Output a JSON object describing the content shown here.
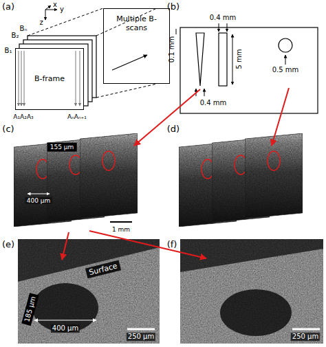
{
  "diagram": {
    "nodes": [
      {
        "text": [
          "B-frame"
        ]
      },
      {
        "text": [
          "Multiple B-scans"
        ]
      },
      {
        "text": [
          "155 μm"
        ]
      },
      {
        "text": [
          "Surface"
        ]
      },
      {
        "text": [
          "185 μm"
        ]
      }
    ],
    "labels": [
      "(a)",
      "(b)",
      "(c)",
      "(d)",
      "(e)",
      "(f)",
      "x",
      "y",
      "z",
      "B₁",
      "B₂",
      "Bₙ",
      "A₁A₂A₃",
      "AₙAₙ₊₁",
      "0.4 mm",
      "0.1 mm",
      "5 mm",
      "0.5 mm",
      "0.4 mm",
      "400 μm",
      "1 mm",
      "400 μm",
      "250 μm",
      "250 μm"
    ]
  }
}
